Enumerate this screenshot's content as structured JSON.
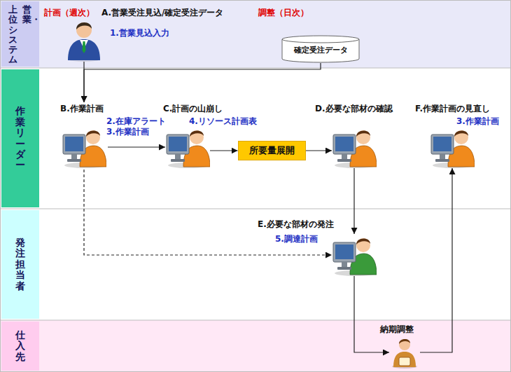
{
  "diagram": {
    "nodes": [
      {
        "text": [
          "営業・",
          "上位システム"
        ]
      },
      {
        "text": [
          "計画（週次）",
          "1.営業見込入力"
        ],
        "in": 0
      },
      {
        "text": [
          "調整（日次）",
          "確定受注データ"
        ],
        "in": 0
      },
      {
        "text": [
          "作業リーダー"
        ]
      },
      {
        "text": [
          "B.作業計画",
          "2.在庫アラート",
          "3.作業計画"
        ],
        "in": 3
      },
      {
        "text": [
          "C.計画の山崩し",
          "4.リソース計画表"
        ],
        "in": 3
      },
      {
        "text": [
          "所要量展開"
        ],
        "in": 3
      },
      {
        "text": [
          "D.必要な部材の確認"
        ],
        "in": 3
      },
      {
        "text": [
          "F.作業計画の見直し",
          "3.作業計画"
        ],
        "in": 3
      },
      {
        "text": [
          "発注担当者"
        ]
      },
      {
        "text": [
          "E.必要な部材の発注",
          "5.調達計画"
        ],
        "in": 9
      },
      {
        "text": [
          "仕入先"
        ]
      },
      {
        "text": [
          "納期調整"
        ],
        "in": 11
      }
    ],
    "edges": [
      {
        "from": 1,
        "to": 4,
        "arrow": "to"
      },
      {
        "from": 2,
        "to": 4,
        "arrow": "to"
      },
      {
        "from": 4,
        "to": 5,
        "arrow": "to"
      },
      {
        "from": 5,
        "to": 6,
        "arrow": "to"
      },
      {
        "from": 6,
        "to": 7,
        "arrow": "to"
      },
      {
        "from": 7,
        "to": 10,
        "arrow": "to"
      },
      {
        "from": 4,
        "to": 10,
        "arrow": "to"
      },
      {
        "from": 10,
        "to": 12,
        "arrow": "to"
      },
      {
        "from": 12,
        "to": 8,
        "arrow": "to"
      }
    ],
    "labels": [
      "A.営業受注見込/確定受注データ"
    ]
  }
}
